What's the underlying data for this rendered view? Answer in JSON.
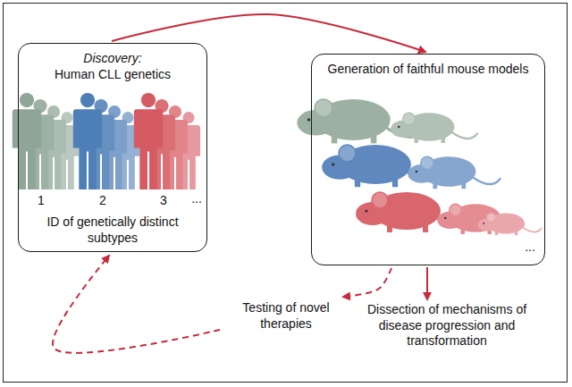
{
  "diagram": {
    "nodes": [
      {
        "text": [
          "Discovery:",
          "Human CLL genetics",
          "ID of genetically distinct subtypes"
        ]
      },
      {
        "text": [
          "Generation of faithful mouse models"
        ]
      },
      {
        "text": [
          "Testing of novel therapies"
        ]
      },
      {
        "text": [
          "Dissection of mechanisms of disease progression and transformation"
        ]
      }
    ],
    "edges": [
      {
        "from": 0,
        "to": 1,
        "arrow": "to"
      },
      {
        "from": 1,
        "to": 3,
        "arrow": "to"
      },
      {
        "from": 1,
        "to": 2,
        "arrow": "to"
      },
      {
        "from": 2,
        "to": 0,
        "arrow": "to"
      }
    ],
    "labels": [
      "1",
      "2",
      "3",
      "...",
      "..."
    ]
  }
}
